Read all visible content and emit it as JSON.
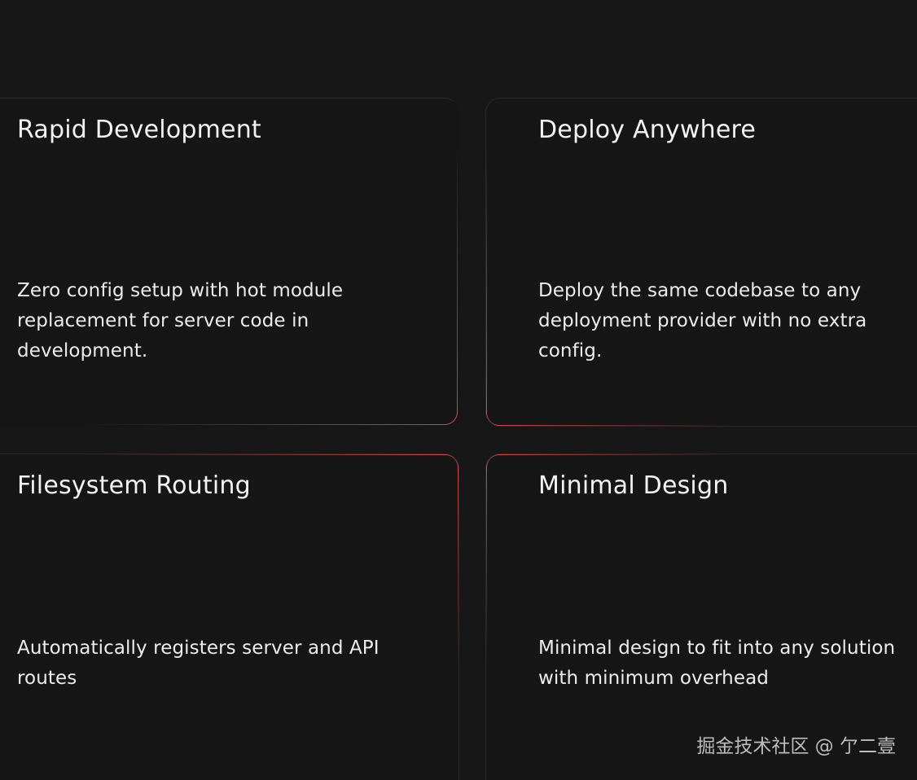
{
  "features": [
    {
      "title": "Rapid Development",
      "description": "Zero config setup with hot module replacement for server code in development."
    },
    {
      "title": "Deploy Anywhere",
      "description": "Deploy the same codebase to any deployment provider with no extra config."
    },
    {
      "title": "Filesystem Routing",
      "description": "Automatically registers server and API routes"
    },
    {
      "title": "Minimal Design",
      "description": "Minimal design to fit into any solution with minimum overhead"
    }
  ],
  "watermark": "掘金技术社区 @ 亇二壹",
  "colors": {
    "background": "#171717",
    "card": "#161616",
    "accent": "#d44a4a",
    "text": "#f2f2f2"
  }
}
